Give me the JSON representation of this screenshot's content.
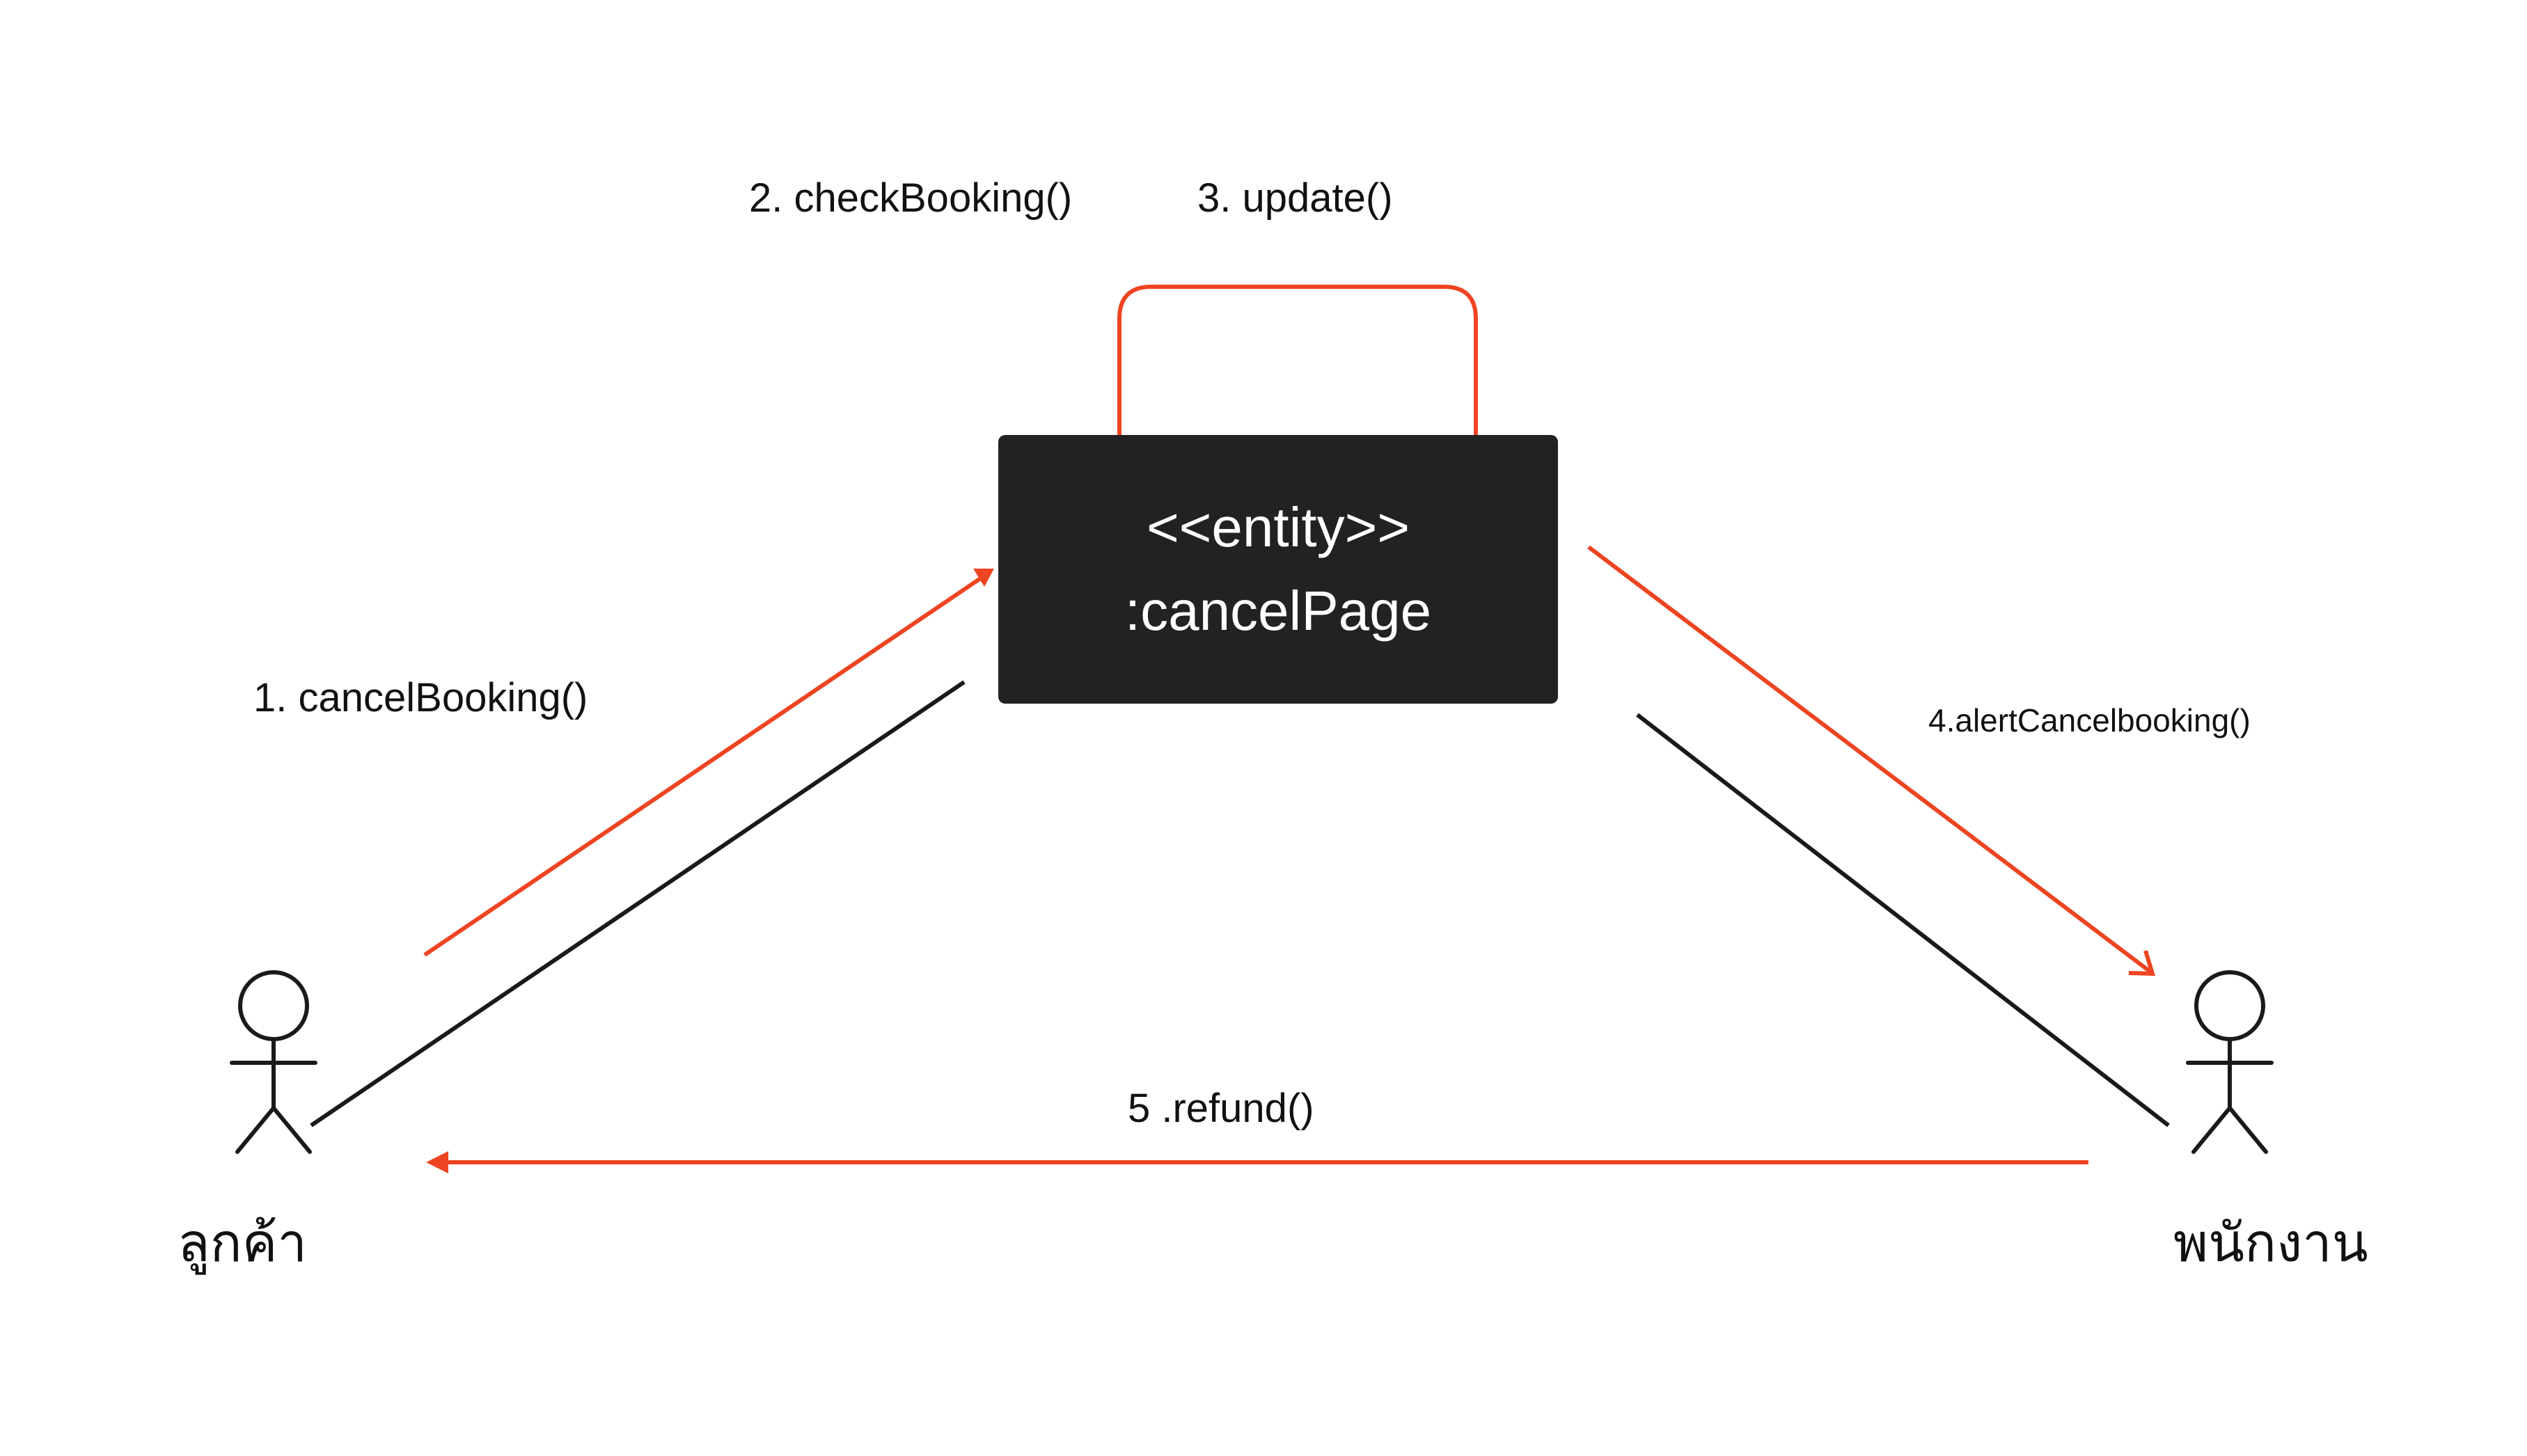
{
  "colors": {
    "message": "#ee4422",
    "link": "#1a1a1a",
    "entity_fill": "#222222",
    "entity_text": "#ffffff"
  },
  "entity": {
    "stereotype": "<<entity>>",
    "name": ":cancelPage"
  },
  "actors": [
    {
      "name": "ลูกค้า",
      "icon": "stick-figure-icon"
    },
    {
      "name": "พนักงาน",
      "icon": "stick-figure-icon"
    }
  ],
  "messages": {
    "m1": "1.  cancelBooking()",
    "m2": "2. checkBooking()",
    "m3": "3. update()",
    "m4": "4.alertCancelbooking()",
    "m5": "5 .refund()"
  }
}
